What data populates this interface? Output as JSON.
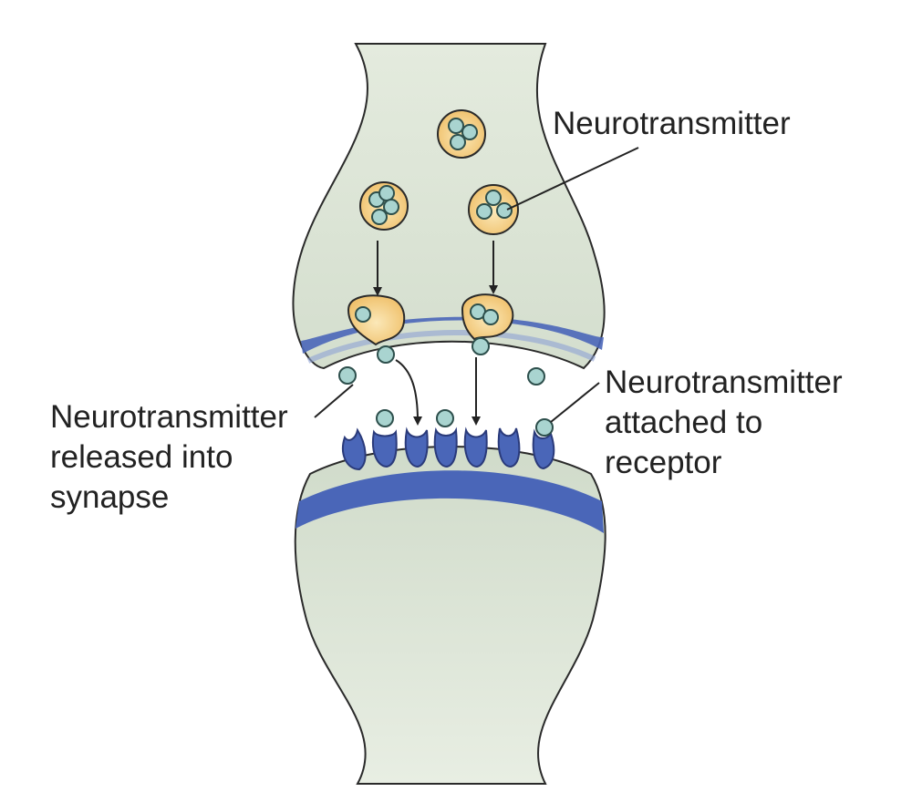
{
  "labels": {
    "neurotransmitter": "Neurotransmitter",
    "released": [
      "Neurotransmitter",
      "released into",
      "synapse"
    ],
    "attached": [
      "Neurotransmitter",
      "attached to",
      "receptor"
    ]
  },
  "colors": {
    "cell_fill": "#dde5d6",
    "cell_outline": "#2a2a2a",
    "membrane": "#4a66b8",
    "vesicle_fill": "#f5d595",
    "vesicle_outline": "#2a2a2a",
    "molecule_fill": "#a9d4d0",
    "molecule_outline": "#2d4f4c",
    "receptor": "#4a66b8",
    "arrow": "#222222"
  }
}
